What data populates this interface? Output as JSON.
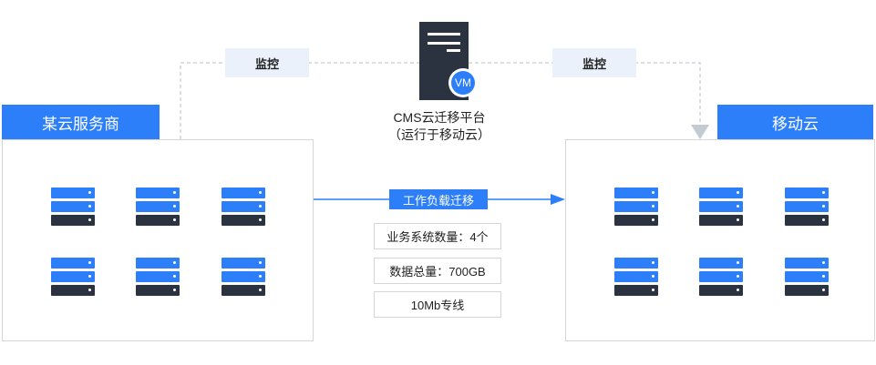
{
  "source": {
    "title": "某云服务商"
  },
  "target": {
    "title": "移动云"
  },
  "platform": {
    "line1": "CMS云迁移平台",
    "line2": "（运行于移动云）",
    "vm_badge": "VM"
  },
  "monitor": {
    "left": "监控",
    "right": "监控"
  },
  "migration": {
    "label": "工作负载迁移",
    "stats": [
      "业务系统数量：4个",
      "数据总量：700GB",
      "10Mb专线"
    ]
  },
  "colors": {
    "accent": "#2d7ff9",
    "server_light": "#2d7ff9",
    "server_dark": "#2b3340",
    "tag_bg": "#eaf1fb"
  },
  "icons": {
    "server": "server-rack-icon",
    "platform": "server-tower-icon"
  }
}
